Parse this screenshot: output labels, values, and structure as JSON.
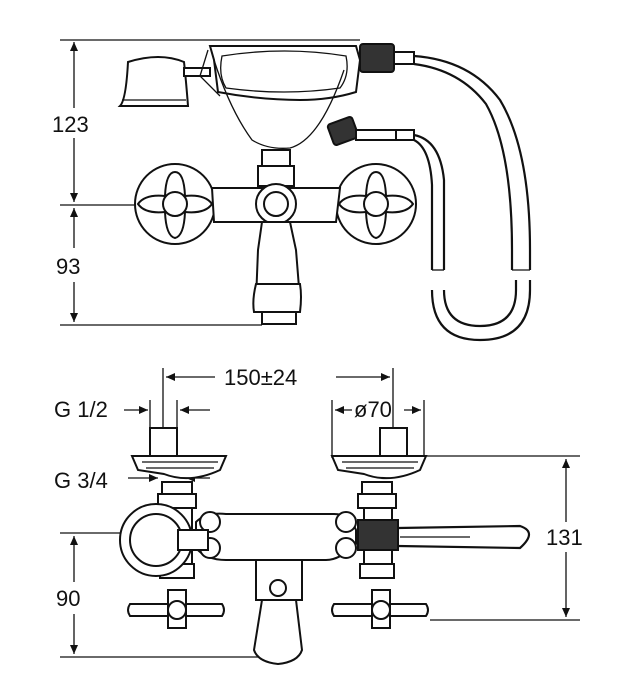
{
  "dimensions": {
    "top_height_upper": "123",
    "top_height_lower": "93",
    "spacing": "150±24",
    "inlet_thread": "G 1/2",
    "outlet_thread": "G 3/4",
    "rosette_diameter": "ø70",
    "overall_height": "131",
    "bottom_height": "90"
  }
}
